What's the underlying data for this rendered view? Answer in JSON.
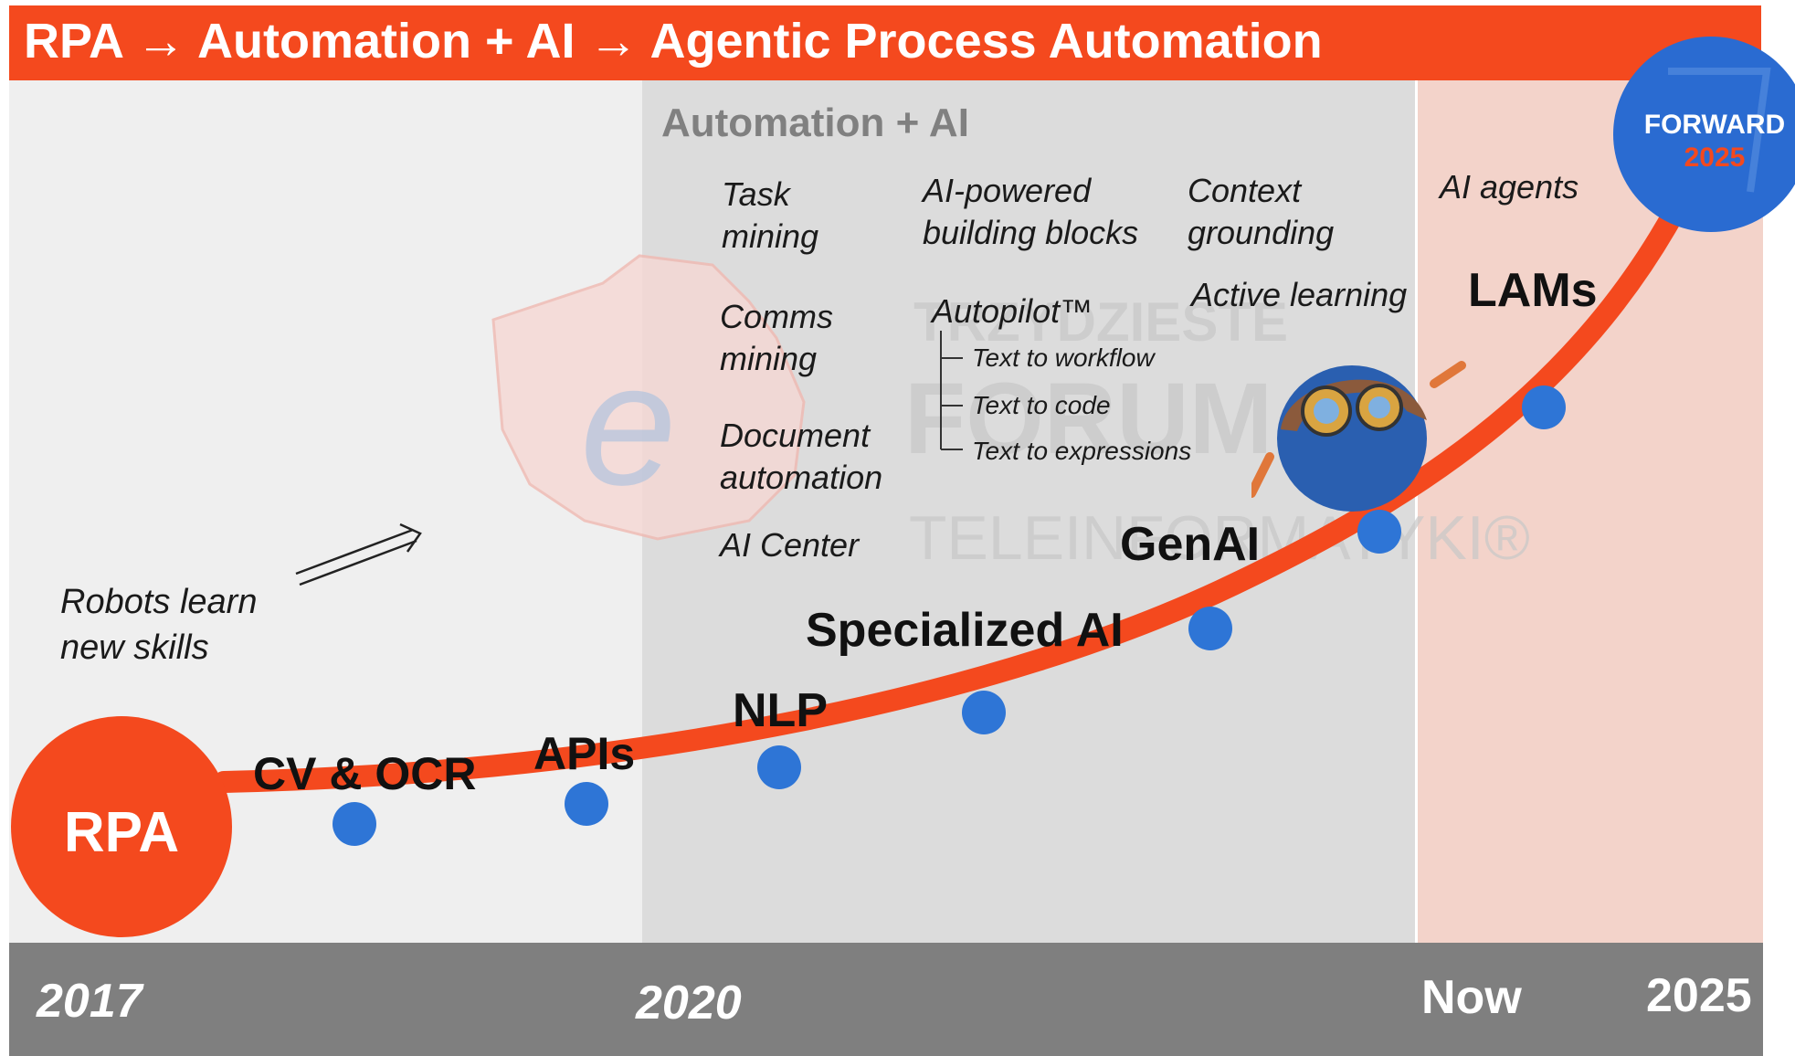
{
  "title": "RPA → Automation + AI → Agentic Process Automation",
  "badge": {
    "line1": "FORWARD",
    "line2": "2025"
  },
  "rpa_circle": "RPA",
  "phase_label": "Automation + AI",
  "capabilities": {
    "task_mining": [
      "Task",
      "mining"
    ],
    "comms_mining": [
      "Comms",
      "mining"
    ],
    "document_automation": [
      "Document",
      "automation"
    ],
    "ai_center": "AI Center",
    "ai_building_blocks": [
      "AI-powered",
      "building blocks"
    ],
    "autopilot": "Autopilot™",
    "autopilot_items": [
      "Text to workflow",
      "Text to code",
      "Text to expressions"
    ],
    "context_grounding": [
      "Context",
      "grounding"
    ],
    "active_learning": "Active learning",
    "ai_agents": "AI agents"
  },
  "annotation": [
    "Robots learn",
    "new skills"
  ],
  "milestones": [
    "CV & OCR",
    "APIs",
    "NLP",
    "Specialized AI",
    "GenAI",
    "LAMs"
  ],
  "timeline": [
    "2017",
    "2020",
    "Now",
    "2025"
  ],
  "watermark": [
    "TRZYDZIESTE",
    "FORUM",
    "TELEINFORMATYKI®"
  ],
  "colors": {
    "accent": "#f4491e",
    "dot": "#2e75d6",
    "badge": "#2a6bd1"
  }
}
